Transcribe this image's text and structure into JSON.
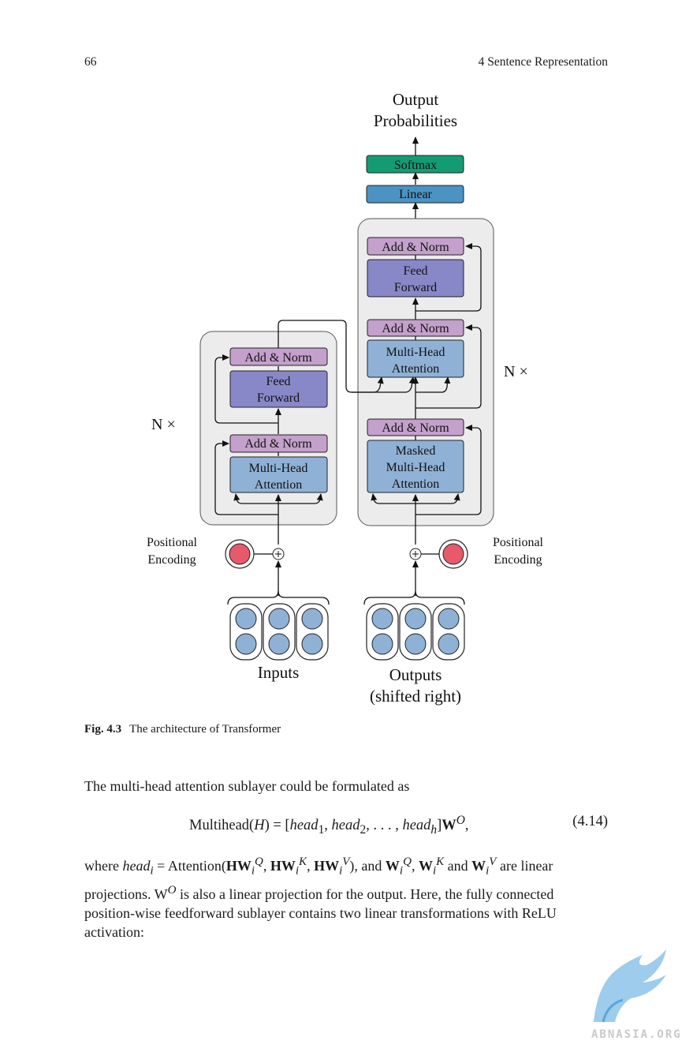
{
  "header": {
    "page_number": "66",
    "chapter": "4   Sentence Representation"
  },
  "figure": {
    "output_title_line1": "Output",
    "output_title_line2": "Probabilities",
    "softmax": "Softmax",
    "linear": "Linear",
    "add_norm": "Add & Norm",
    "feed_forward_line1": "Feed",
    "feed_forward_line2": "Forward",
    "multi_head_line1": "Multi-Head",
    "multi_head_line2": "Attention",
    "masked_line1": "Masked",
    "masked_line2": "Multi-Head",
    "masked_line3": "Attention",
    "n_times": "N ×",
    "positional_line1": "Positional",
    "positional_line2": "Encoding",
    "inputs": "Inputs",
    "outputs_line1": "Outputs",
    "outputs_line2": "(shifted right)",
    "colors": {
      "softmax": "#139c72",
      "linear": "#4a93c2",
      "add_norm": "#c4a0cc",
      "feed_forward": "#8888c8",
      "attention": "#8fb1d6",
      "block_bg": "#ececec",
      "pos_encoding": "#e8596a",
      "token_circle": "#8fb1d6"
    }
  },
  "caption": {
    "label": "Fig. 4.3",
    "text": "The architecture of Transformer"
  },
  "body": {
    "intro": "The multi-head attention sublayer could be formulated as",
    "equation_lhs": "Multihead(",
    "equation_var": "H",
    "equation_mid": ") = [",
    "equation_heads": "head",
    "equation_number": "(4.14)",
    "para2_line1": "projections. W",
    "para2_line1b": " is also a linear projection for the output. Here, the fully connected",
    "para2_line2": "position-wise feedforward sublayer contains two linear transformations with ReLU",
    "para2_line3": "activation:",
    "where_text": "where",
    "attention_word": "Attention",
    "and_word": "and",
    "are_linear": "are linear"
  },
  "watermark": {
    "text": "ABNASIA.ORG"
  }
}
